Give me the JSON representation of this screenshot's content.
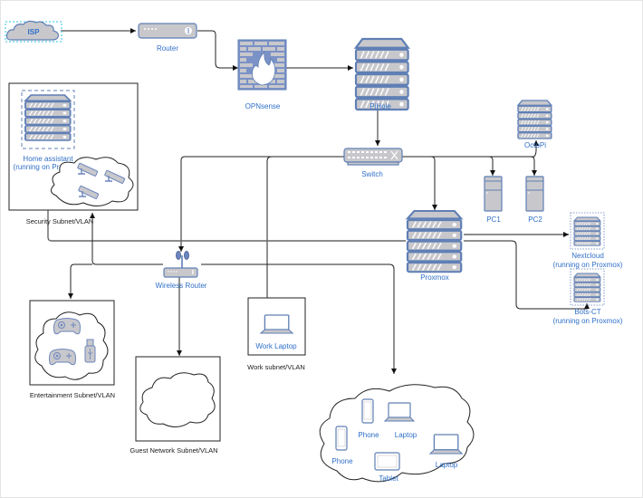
{
  "diagram": {
    "title": "Home network topology",
    "colors": {
      "label_blue": "#2f6fc7",
      "device_fill": "#c8c8cc",
      "device_stroke": "#5f7fb5",
      "line": "#222222",
      "selection": "#33c3e6"
    },
    "nodes": {
      "isp": {
        "label": "ISP",
        "icon": "cloud-icon"
      },
      "router": {
        "label": "Router",
        "icon": "router-icon"
      },
      "opnsense": {
        "label": "OPNsense",
        "icon": "firewall-icon"
      },
      "pihole": {
        "label": "PiHole",
        "icon": "server-icon"
      },
      "switch": {
        "label": "Switch",
        "icon": "switch-icon"
      },
      "octopi": {
        "label": "OctoPi",
        "icon": "server-icon"
      },
      "pc1": {
        "label": "PC1",
        "icon": "pc-tower-icon"
      },
      "pc2": {
        "label": "PC2",
        "icon": "pc-tower-icon"
      },
      "proxmox": {
        "label": "Proxmox",
        "icon": "server-icon"
      },
      "nextcloud": {
        "label": "Nextcloud",
        "sublabel": "(running on Proxmox)",
        "icon": "server-icon"
      },
      "bots_ct": {
        "label": "Bots-CT",
        "sublabel": "(running on Proxmox)",
        "icon": "server-icon"
      },
      "home_assistant": {
        "label": "Home assistant",
        "sublabel": "(running on Proxmox)",
        "icon": "server-icon"
      },
      "wireless_router": {
        "label": "Wireless Router",
        "icon": "wireless-router-icon"
      },
      "work_laptop": {
        "label": "Work Laptop",
        "icon": "laptop-icon"
      }
    },
    "subnets": {
      "security": {
        "label": "Security Subnet/VLAN",
        "devices": [
          "camera-icon",
          "camera-icon",
          "camera-icon"
        ]
      },
      "entertainment": {
        "label": "Entertainment Subnet/VLAN",
        "devices": [
          "gamepad-icon",
          "gamepad-icon",
          "usb-stick-icon"
        ]
      },
      "guest": {
        "label": "Guest Network Subnet/VLAN"
      },
      "work": {
        "label": "Work subnet/VLAN"
      },
      "devices": {
        "items": [
          {
            "label": "Phone",
            "icon": "phone-icon"
          },
          {
            "label": "Laptop",
            "icon": "laptop-icon"
          },
          {
            "label": "Phone",
            "icon": "phone-icon"
          },
          {
            "label": "Tablet",
            "icon": "tablet-icon"
          },
          {
            "label": "Laptop",
            "icon": "laptop-icon"
          }
        ]
      }
    },
    "edges": [
      [
        "isp",
        "router"
      ],
      [
        "router",
        "opnsense"
      ],
      [
        "opnsense",
        "pihole"
      ],
      [
        "pihole",
        "switch"
      ],
      [
        "switch",
        "wireless_router"
      ],
      [
        "switch",
        "proxmox"
      ],
      [
        "switch",
        "pc1"
      ],
      [
        "switch",
        "pc2"
      ],
      [
        "switch",
        "octopi"
      ],
      [
        "switch",
        "work_laptop"
      ],
      [
        "proxmox",
        "nextcloud"
      ],
      [
        "proxmox",
        "bots_ct"
      ],
      [
        "proxmox",
        "home_assistant"
      ],
      [
        "wireless_router",
        "security"
      ],
      [
        "wireless_router",
        "entertainment"
      ],
      [
        "wireless_router",
        "guest"
      ],
      [
        "wireless_router",
        "devices"
      ]
    ]
  }
}
